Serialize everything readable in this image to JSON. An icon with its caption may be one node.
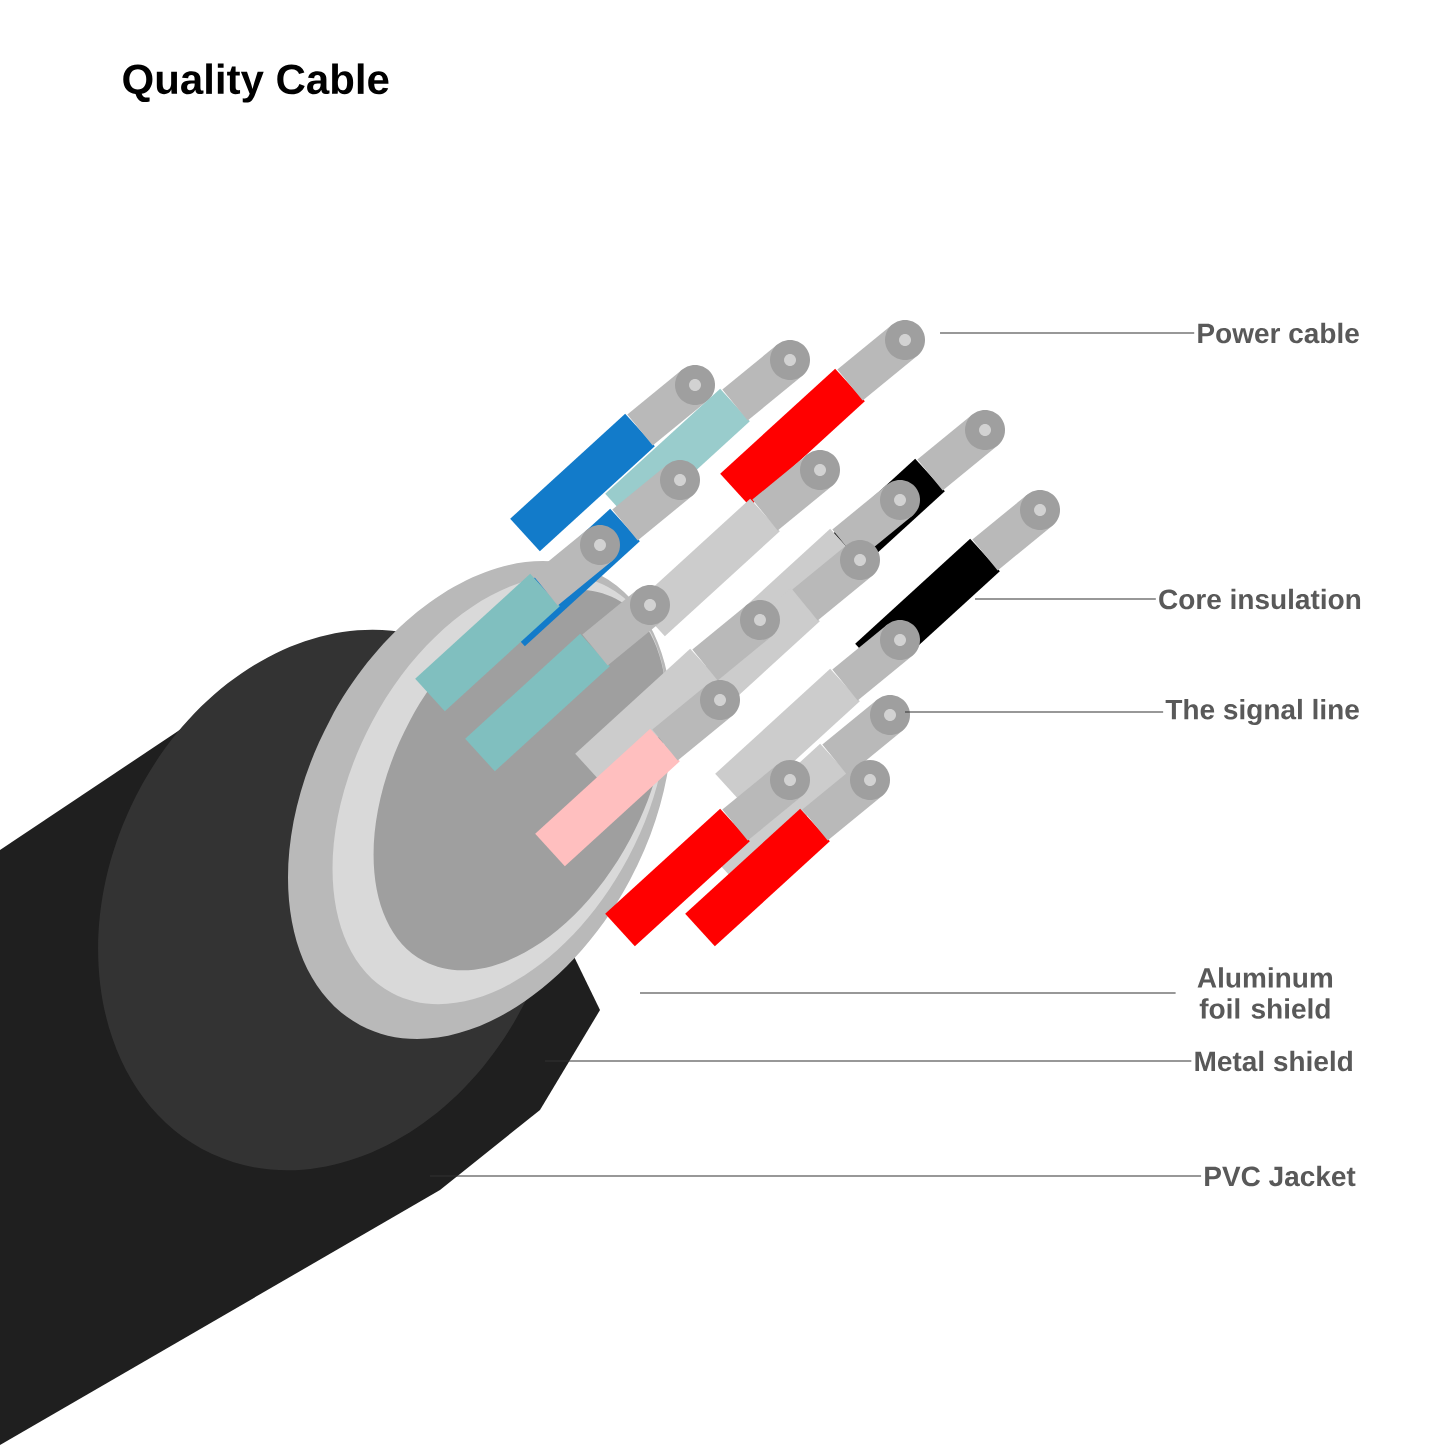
{
  "diagram": {
    "title": "Quality Cable",
    "nodes": [
      {
        "text": [
          "Power cable"
        ]
      },
      {
        "text": [
          "Core insulation"
        ]
      },
      {
        "text": [
          "The signal line"
        ]
      },
      {
        "text": [
          "Aluminum foil shield"
        ]
      },
      {
        "text": [
          "Metal shield"
        ]
      },
      {
        "text": [
          "PVC Jacket"
        ]
      }
    ],
    "edges": [
      {
        "from": 0,
        "to": null,
        "arrow": "none"
      },
      {
        "from": 1,
        "to": null,
        "arrow": "none"
      },
      {
        "from": 2,
        "to": null,
        "arrow": "none"
      },
      {
        "from": 3,
        "to": null,
        "arrow": "none"
      },
      {
        "from": 4,
        "to": null,
        "arrow": "none"
      },
      {
        "from": 5,
        "to": null,
        "arrow": "none"
      }
    ]
  }
}
